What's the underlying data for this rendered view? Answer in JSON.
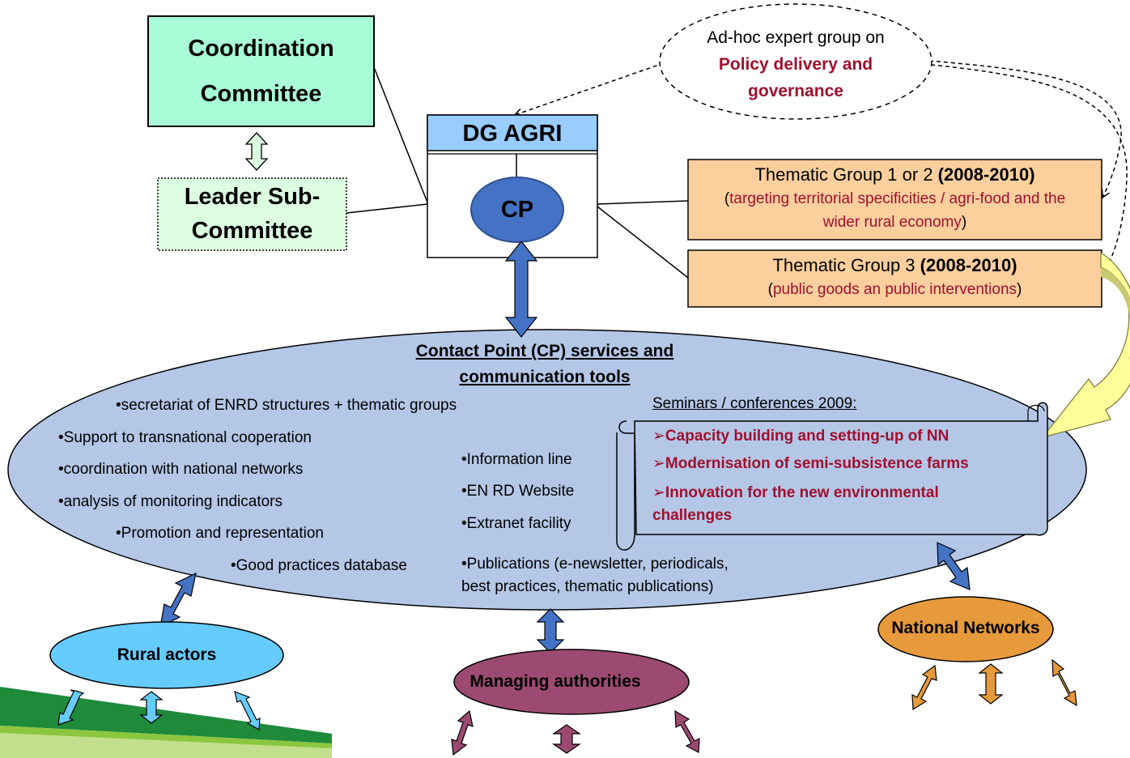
{
  "colors": {
    "coordination_fill": "#a8fdd8",
    "leader_fill": "#dcfde0",
    "dg_header": "#99ccff",
    "cp_fill": "#4472c4",
    "thematic_fill": "#fdcf9d",
    "ellipse_fill": "#b4c7e7",
    "rural_fill": "#66ccff",
    "managing_fill": "#9c4a71",
    "national_fill": "#e69a3b",
    "accent_red": "#a0102e",
    "arrow_blue": "#4472c4"
  },
  "coordination_committee": {
    "line1": "Coordination",
    "line2": "Committee"
  },
  "leader_sub_committee": {
    "line1": "Leader Sub-",
    "line2": "Committee"
  },
  "dg_agri": {
    "title": "DG AGRI",
    "cp": "CP"
  },
  "adhoc_group": {
    "line1": "Ad-hoc expert group on",
    "line2": "Policy delivery and",
    "line3": "governance"
  },
  "thematic_group_1": {
    "title": "Thematic Group 1 or 2 ",
    "years": "(2008-2010)",
    "paren_open": "(",
    "detail_line1": "targeting territorial specificities / agri-food and the",
    "detail_line2": "wider rural economy",
    "paren_close": ")"
  },
  "thematic_group_3": {
    "title": "Thematic Group 3 ",
    "years": "(2008-2010)",
    "paren_open": "(",
    "detail": "public goods an public interventions",
    "paren_close": ")"
  },
  "contact_point": {
    "title_part1": "Contact Point (CP) services",
    "title_part2": " and",
    "title_line2": "communication tools",
    "left_items": [
      "•secretariat of ENRD structures + thematic groups",
      "•Support to transnational cooperation",
      "•coordination with national networks",
      "•analysis of monitoring indicators",
      "•Promotion and representation",
      "•Good practices database"
    ],
    "middle_items": [
      "•Information line",
      "•EN RD Website",
      "•Extranet facility"
    ],
    "publications_line1": "•Publications (e-newsletter, periodicals,",
    "publications_line2": "best practices, thematic publications)"
  },
  "seminars": {
    "heading": "Seminars / conferences 2009:",
    "items": [
      "➢Capacity building and setting-up of NN",
      "➢Modernisation of semi-subsistence farms",
      "➢Innovation for the new environmental"
    ],
    "item3_line2": "challenges"
  },
  "rural_actors": "Rural actors",
  "managing_authorities": "Managing authorities",
  "national_networks": "National Networks"
}
